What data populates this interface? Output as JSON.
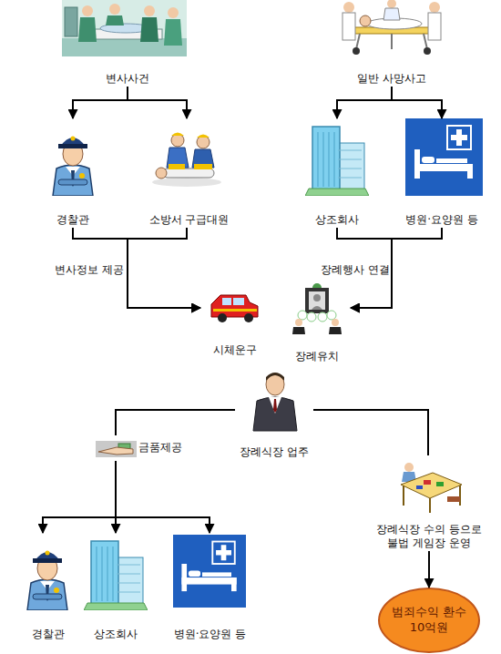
{
  "diagram": {
    "nodes": [
      {
        "text": [
          "변사사건"
        ]
      },
      {
        "text": [
          "일반 사망사고"
        ]
      },
      {
        "text": [
          "경찰관"
        ]
      },
      {
        "text": [
          "소방서 구급대원"
        ]
      },
      {
        "text": [
          "상조회사"
        ]
      },
      {
        "text": [
          "병원·요양원 등"
        ]
      },
      {
        "text": [
          "시체운구"
        ]
      },
      {
        "text": [
          "장례유치"
        ]
      },
      {
        "text": [
          "장례식장 업주"
        ]
      },
      {
        "text": [
          "금품제공"
        ]
      },
      {
        "text": [
          "경찰관"
        ]
      },
      {
        "text": [
          "상조회사"
        ]
      },
      {
        "text": [
          "병원·요양원 등"
        ]
      },
      {
        "text": [
          "장례식장 수의 등으로 불법 게임장 운영"
        ]
      },
      {
        "text": [
          "범죄수익 환수 10억원"
        ]
      }
    ],
    "edges": [
      {
        "from": 0,
        "to": 2,
        "arrow": "to"
      },
      {
        "from": 0,
        "to": 3,
        "arrow": "to"
      },
      {
        "from": 1,
        "to": 4,
        "arrow": "to"
      },
      {
        "from": 1,
        "to": 5,
        "arrow": "to"
      },
      {
        "from": 2,
        "to": 6,
        "label": "변사정보 제공",
        "arrow": "to"
      },
      {
        "from": 3,
        "to": 6,
        "arrow": "to"
      },
      {
        "from": 4,
        "to": 7,
        "label": "장례행사 연결",
        "arrow": "to"
      },
      {
        "from": 5,
        "to": 7,
        "arrow": "to"
      },
      {
        "from": 8,
        "to": 9,
        "arrow": "none"
      },
      {
        "from": 9,
        "to": 10,
        "arrow": "to"
      },
      {
        "from": 9,
        "to": 11,
        "arrow": "to"
      },
      {
        "from": 9,
        "to": 12,
        "arrow": "to"
      },
      {
        "from": 8,
        "to": 13,
        "arrow": "none"
      },
      {
        "from": 13,
        "to": 14,
        "arrow": "to"
      }
    ]
  }
}
